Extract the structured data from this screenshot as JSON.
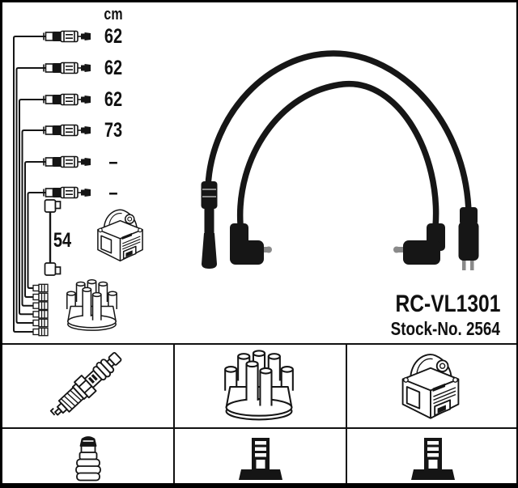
{
  "product": {
    "code": "RC-VL1301",
    "stock_no": "Stock-No. 2564"
  },
  "unit_header": "cm",
  "cable_lengths": [
    "62",
    "62",
    "62",
    "73",
    "–",
    "–"
  ],
  "coil_wire_length": "54",
  "legend_icons": [
    "spark-plug",
    "distributor-cap",
    "ignition-coil",
    "spark-plug-terminal-nut",
    "distributor-terminal",
    "coil-terminal"
  ],
  "colors": {
    "ink": "#151515",
    "paper": "#ffffff"
  }
}
